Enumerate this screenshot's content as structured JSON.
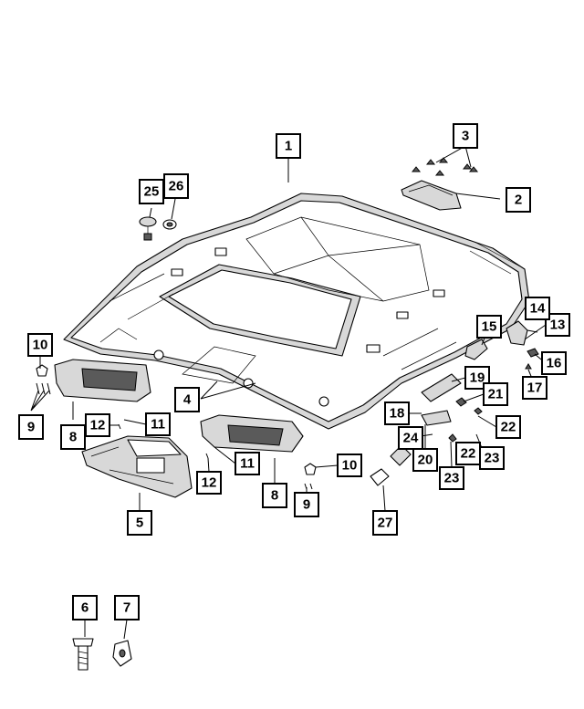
{
  "callouts": [
    {
      "id": "c1",
      "label": "1"
    },
    {
      "id": "c2",
      "label": "2"
    },
    {
      "id": "c3",
      "label": "3"
    },
    {
      "id": "c4",
      "label": "4"
    },
    {
      "id": "c5",
      "label": "5"
    },
    {
      "id": "c6",
      "label": "6"
    },
    {
      "id": "c7",
      "label": "7"
    },
    {
      "id": "c8a",
      "label": "8"
    },
    {
      "id": "c8b",
      "label": "8"
    },
    {
      "id": "c9a",
      "label": "9"
    },
    {
      "id": "c9b",
      "label": "9"
    },
    {
      "id": "c10a",
      "label": "10"
    },
    {
      "id": "c10b",
      "label": "10"
    },
    {
      "id": "c11a",
      "label": "11"
    },
    {
      "id": "c11b",
      "label": "11"
    },
    {
      "id": "c12a",
      "label": "12"
    },
    {
      "id": "c12b",
      "label": "12"
    },
    {
      "id": "c13",
      "label": "13"
    },
    {
      "id": "c14",
      "label": "14"
    },
    {
      "id": "c15",
      "label": "15"
    },
    {
      "id": "c16",
      "label": "16"
    },
    {
      "id": "c17",
      "label": "17"
    },
    {
      "id": "c18",
      "label": "18"
    },
    {
      "id": "c19",
      "label": "19"
    },
    {
      "id": "c20",
      "label": "20"
    },
    {
      "id": "c21",
      "label": "21"
    },
    {
      "id": "c22a",
      "label": "22"
    },
    {
      "id": "c22b",
      "label": "22"
    },
    {
      "id": "c23a",
      "label": "23"
    },
    {
      "id": "c23b",
      "label": "23"
    },
    {
      "id": "c24",
      "label": "24"
    },
    {
      "id": "c25",
      "label": "25"
    },
    {
      "id": "c26",
      "label": "26"
    },
    {
      "id": "c27",
      "label": "27"
    }
  ]
}
